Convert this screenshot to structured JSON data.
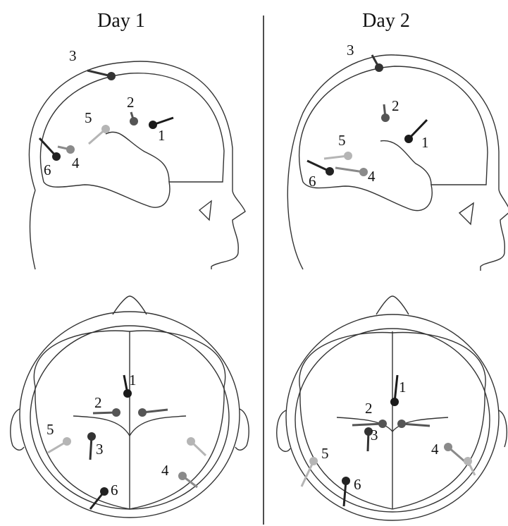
{
  "titles": {
    "day1": "Day 1",
    "day2": "Day 2"
  },
  "colors": {
    "d1": "#1a1a1a",
    "d2": "#555555",
    "d3": "#333333",
    "d4": "#8a8a8a",
    "d5": "#b5b5b5",
    "d6": "#222222",
    "outline": "#333333"
  },
  "dipole_labels": {
    "day1_sagittal": [
      "1",
      "2",
      "3",
      "4",
      "5",
      "6"
    ],
    "day2_sagittal": [
      "1",
      "2",
      "3",
      "4",
      "5",
      "6"
    ],
    "day1_axial": [
      "1",
      "2",
      "3",
      "4",
      "5",
      "6"
    ],
    "day2_axial": [
      "1",
      "2",
      "3",
      "4",
      "5",
      "6"
    ]
  }
}
